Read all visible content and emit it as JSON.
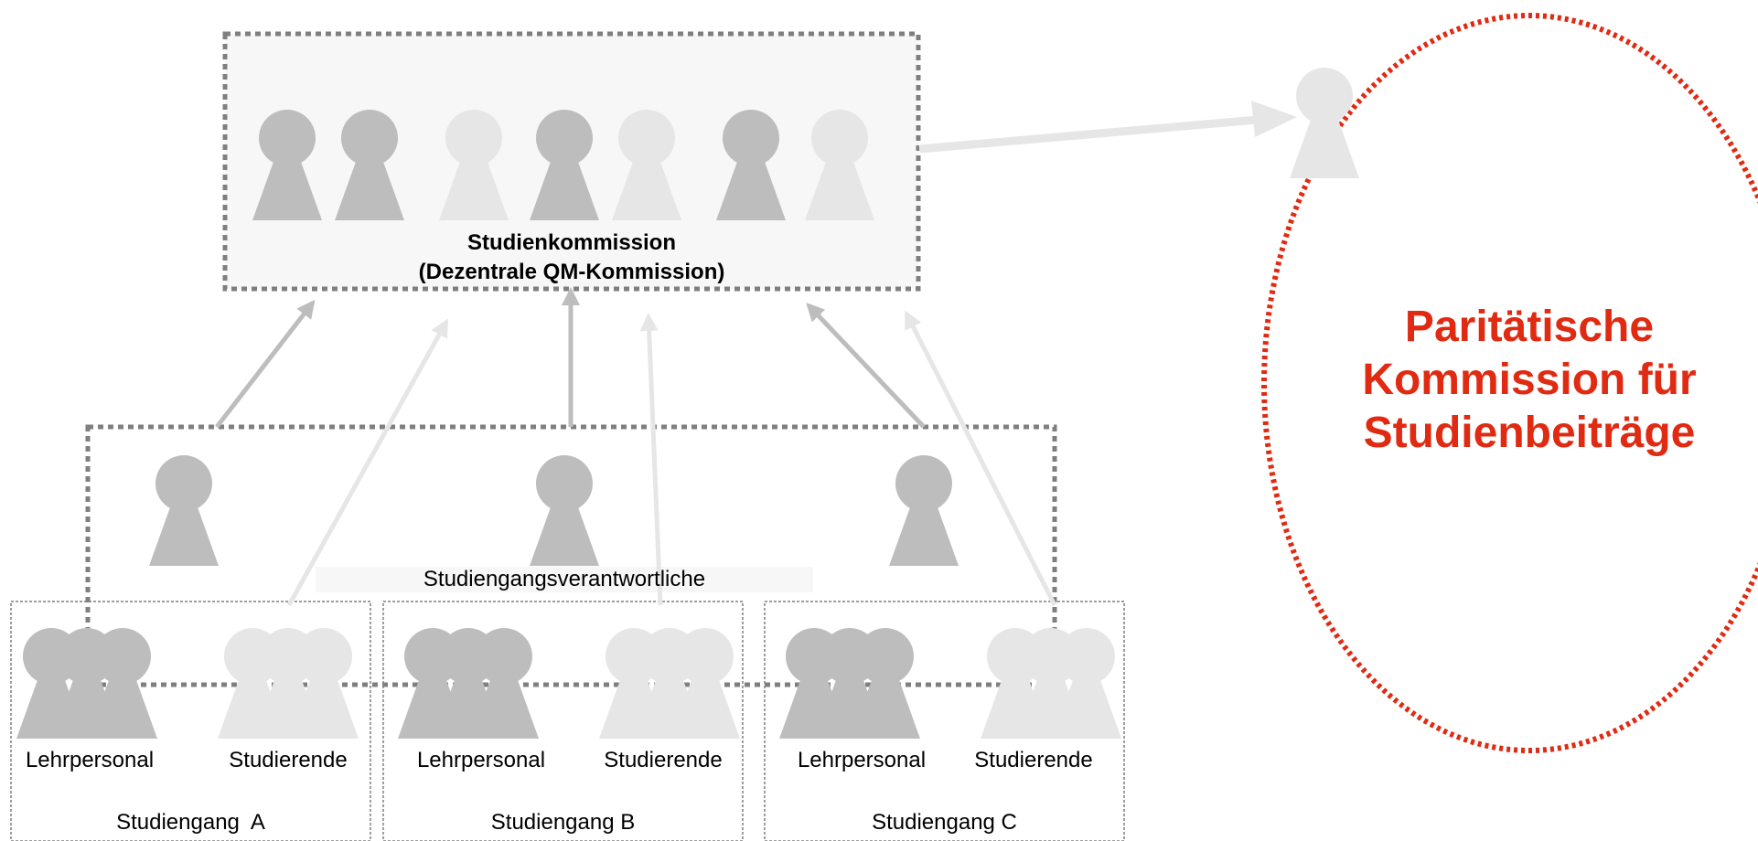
{
  "committee": {
    "title": "Studienkommission",
    "subtitle": "(Dezentrale QM-Kommission)"
  },
  "program_leads_label": "Studiengangsverantwortliche",
  "programs": [
    {
      "name": "Studiengang  A",
      "teachers_label": "Lehrpersonal",
      "students_label": "Studierende"
    },
    {
      "name": "Studiengang B",
      "teachers_label": "Lehrpersonal",
      "students_label": "Studierende"
    },
    {
      "name": "Studiengang C",
      "teachers_label": "Lehrpersonal",
      "students_label": "Studierende"
    }
  ],
  "parity_commission": {
    "title_line1": "Paritätische",
    "title_line2": "Kommission für",
    "title_line3": "Studienbeiträge"
  },
  "colors": {
    "dark_figure": "#bdbdbd",
    "light_figure": "#e6e6e6",
    "dashed_border": "#7f7f7f",
    "accent_red": "#e02a12",
    "committee_fill": "#f7f7f7"
  }
}
